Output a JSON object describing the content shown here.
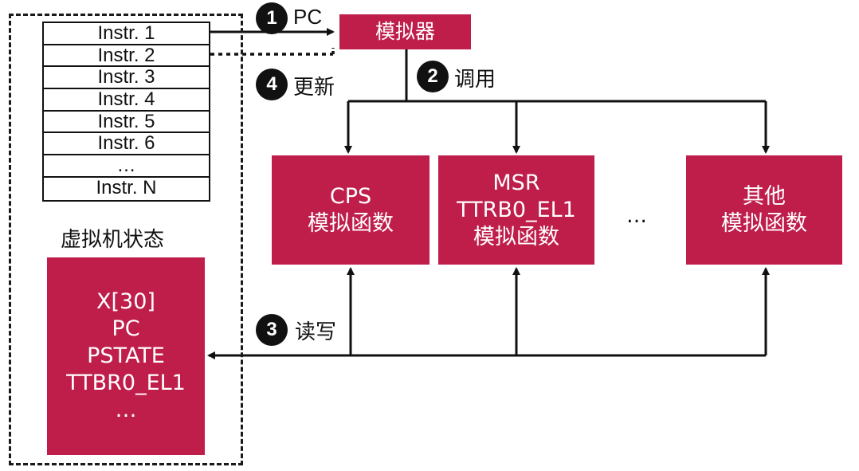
{
  "instructions": [
    "Instr. 1",
    "Instr. 2",
    "Instr. 3",
    "Instr. 4",
    "Instr. 5",
    "Instr. 6",
    "…",
    "Instr. N"
  ],
  "vm_state_label": "虚拟机状态",
  "vm_state_box": [
    "X[30]",
    "PC",
    "PSTATE",
    "TTBR0_EL1",
    "…"
  ],
  "simulator_label": "模拟器",
  "emulation_functions": {
    "cps": [
      "CPS",
      "模拟函数"
    ],
    "msr": [
      "MSR",
      "TTRB0_EL1",
      "模拟函数"
    ],
    "ellipsis": "…",
    "other": [
      "其他",
      "模拟函数"
    ]
  },
  "steps": [
    {
      "number": "1",
      "label": "PC"
    },
    {
      "number": "2",
      "label": "调用"
    },
    {
      "number": "3",
      "label": "读写"
    },
    {
      "number": "4",
      "label": "更新"
    }
  ],
  "colors": {
    "box": "#bf1e4b",
    "line": "#111111"
  }
}
